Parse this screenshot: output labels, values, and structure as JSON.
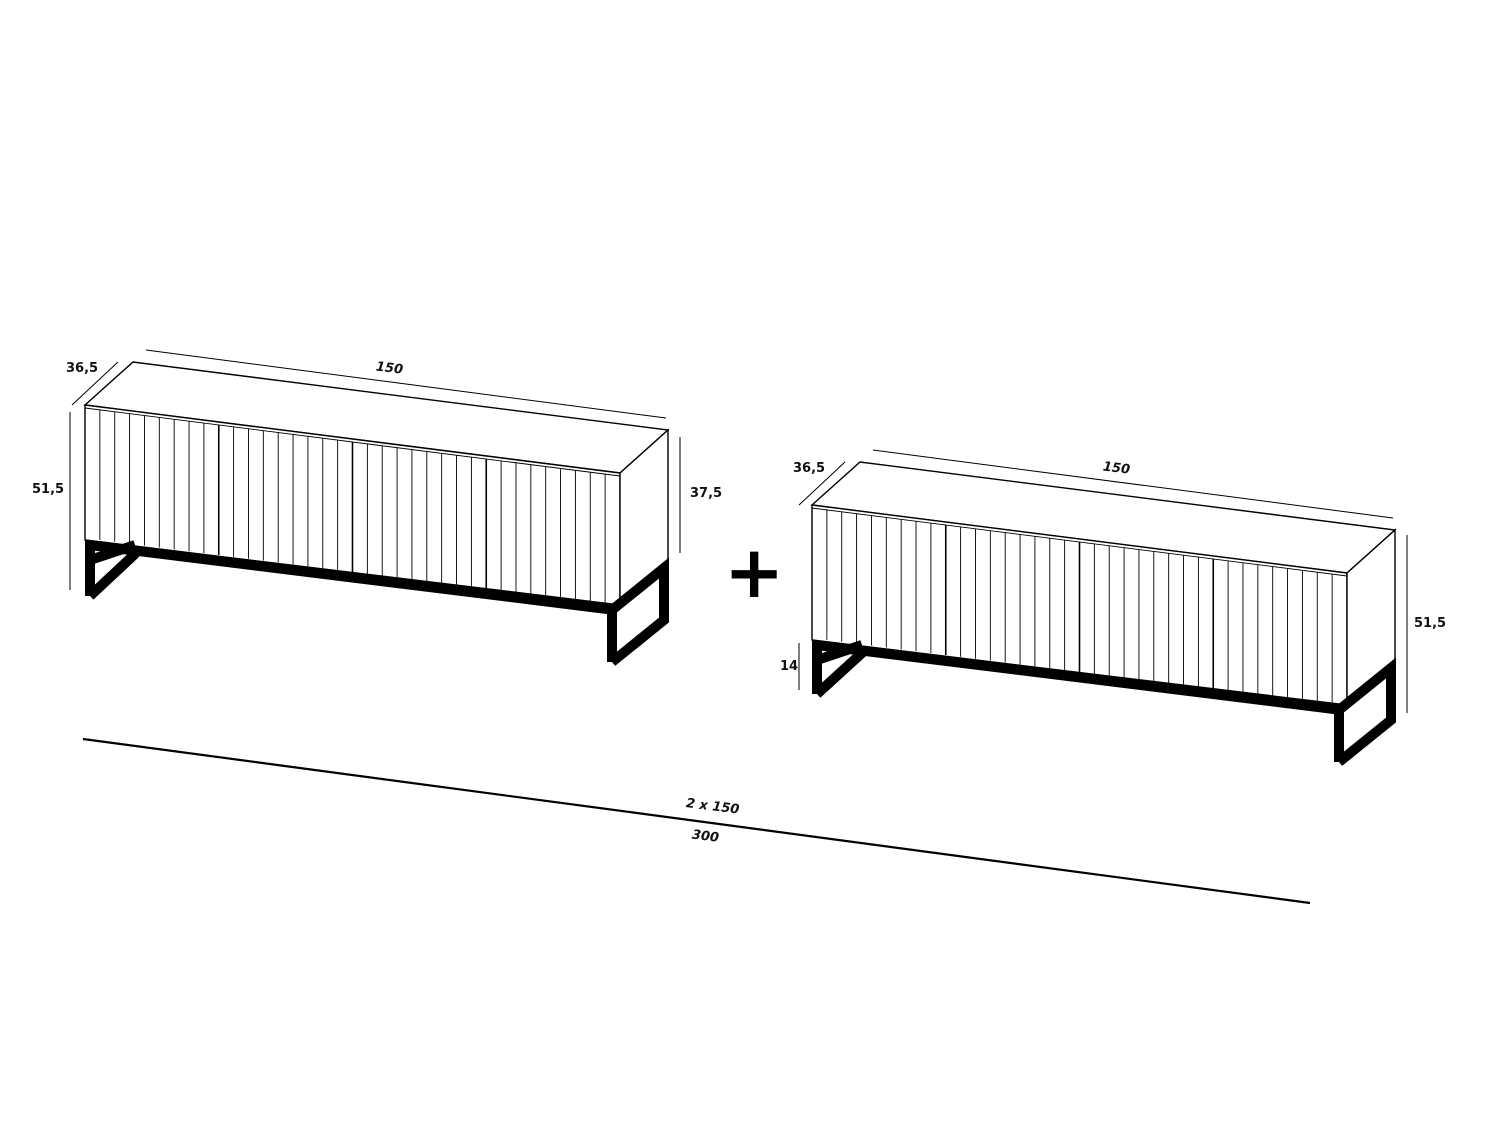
{
  "left_unit": {
    "depth": "36,5",
    "width": "150",
    "height_total": "51,5",
    "height_body": "37,5"
  },
  "right_unit": {
    "depth": "36,5",
    "width": "150",
    "height_total": "51,5",
    "leg_height": "14"
  },
  "plus_sign": "+",
  "total": {
    "label_top": "2 x 150",
    "label_bottom": "300"
  }
}
